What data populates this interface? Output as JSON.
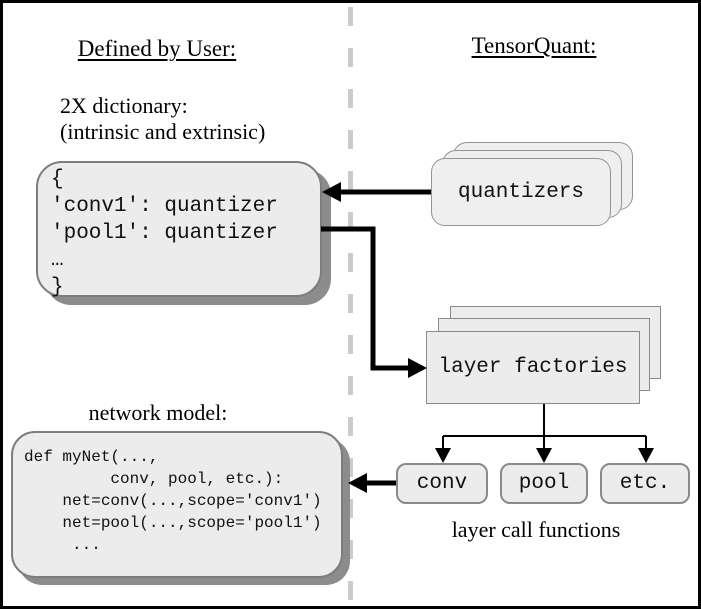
{
  "left_panel": {
    "header": "Defined by User:",
    "dictionary_label": "2X dictionary:\n(intrinsic and extrinsic)",
    "dictionary_code": "{\n'conv1': quantizer\n'pool1': quantizer\n…\n}",
    "network_model_label": "network model:",
    "network_model_code": "def myNet(...,\n         conv, pool, etc.):\n    net=conv(...,scope='conv1')\n    net=pool(...,scope='pool1')\n     ..."
  },
  "right_panel": {
    "header": "TensorQuant:",
    "quantizers_card_label": "quantizers",
    "layer_factories_card_label": "layer factories",
    "layer_call_boxes": [
      {
        "label": "conv"
      },
      {
        "label": "pool"
      },
      {
        "label": "etc."
      }
    ],
    "layer_calls_label": "layer call functions"
  },
  "colors": {
    "background": "#ffffff",
    "frame_border": "#000000",
    "box_fill": "#ececec",
    "box_border": "#7d7d7d",
    "box_shadow": "#8c8c8c",
    "divider_dash": "#cccccc",
    "arrow": "#000000"
  }
}
